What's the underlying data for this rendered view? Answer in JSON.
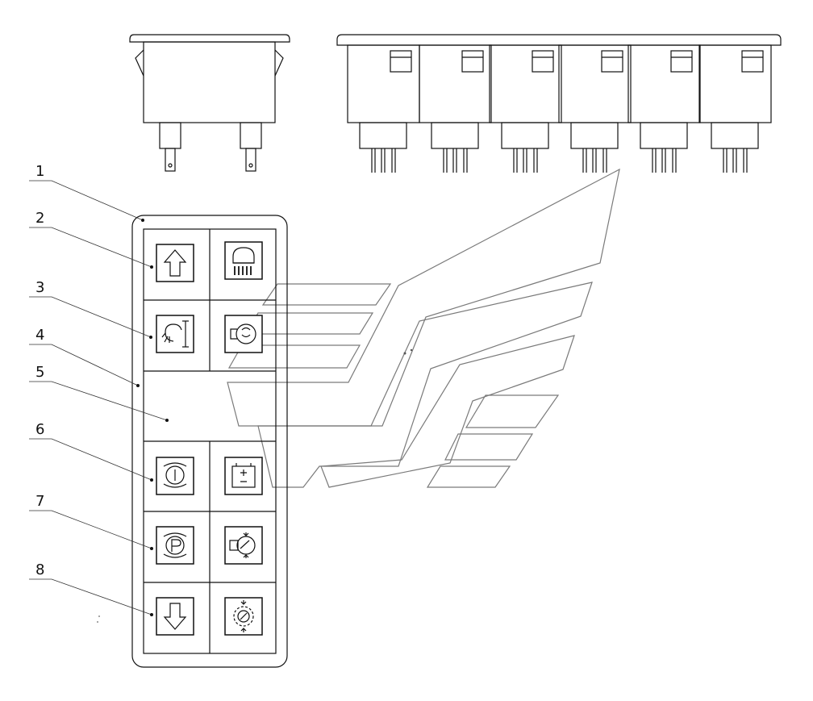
{
  "callouts": [
    {
      "num": "1"
    },
    {
      "num": "2"
    },
    {
      "num": "3"
    },
    {
      "num": "4"
    },
    {
      "num": "5"
    },
    {
      "num": "6"
    },
    {
      "num": "7"
    },
    {
      "num": "8"
    }
  ],
  "switch_symbols": [
    "arrow-up-icon",
    "work-light-icon",
    "axle-beam-icon",
    "fog-lamp-icon",
    "retarder-icon",
    "battery-icon",
    "parking-brake-icon",
    "diff-lock-icon",
    "arrow-down-icon",
    "pto-icon"
  ]
}
